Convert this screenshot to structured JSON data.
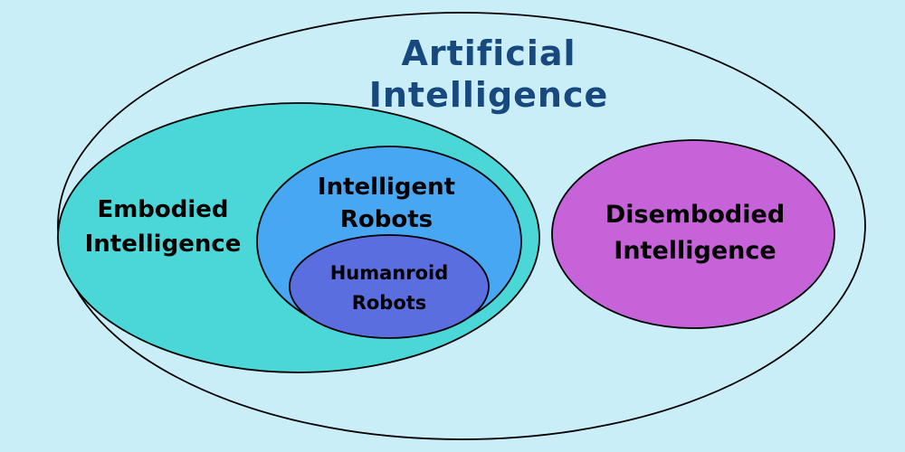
{
  "diagram": {
    "type": "euler",
    "title": "Artificial Intelligence",
    "background_color": "#c9eef8",
    "outline_color": "#000000",
    "sets": [
      {
        "name": "artificial-intelligence",
        "label_lines": [
          "Artificial",
          "Intelligence"
        ],
        "fill": "none",
        "label_color": "#17497f",
        "contains": [
          "embodied-intelligence",
          "disembodied-intelligence"
        ]
      },
      {
        "name": "embodied-intelligence",
        "label_lines": [
          "Embodied",
          "Intelligence"
        ],
        "fill": "#4bd7d8",
        "label_color": "#000000",
        "contains": [
          "intelligent-robots"
        ]
      },
      {
        "name": "intelligent-robots",
        "label_lines": [
          "Intelligent",
          "Robots"
        ],
        "fill": "#47a7f2",
        "label_color": "#000000",
        "contains": [
          "humanroid-robots"
        ]
      },
      {
        "name": "humanroid-robots",
        "label_lines": [
          "Humanroid",
          "Robots"
        ],
        "fill": "#5a6ee0",
        "label_color": "#000000",
        "contains": []
      },
      {
        "name": "disembodied-intelligence",
        "label_lines": [
          "Disembodied",
          "Intelligence"
        ],
        "fill": "#c763d9",
        "label_color": "#000000",
        "contains": []
      }
    ]
  }
}
